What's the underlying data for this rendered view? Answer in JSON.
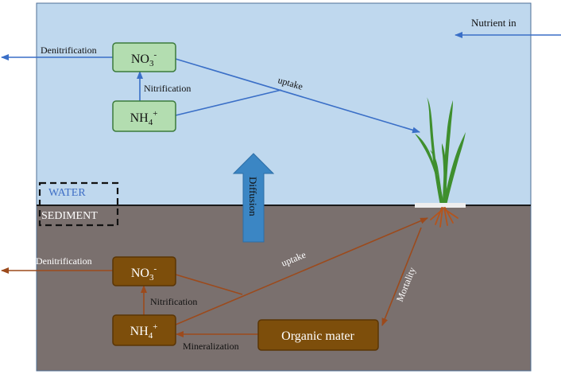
{
  "colors": {
    "water_bg": "#bfd8ee",
    "sediment_bg": "#7a706e",
    "water_arrow": "#3a6fc7",
    "sediment_arrow": "#9c4a1c",
    "water_box_fill": "#b3ddb0",
    "water_box_stroke": "#3b7a3b",
    "sediment_box_fill": "#7d4e0b",
    "sediment_box_stroke": "#5a3505",
    "diffusion_fill": "#3b86c4",
    "water_label": "#3f6fc6",
    "frame": "#4f6f96",
    "plant_leaf": "#3f8f2e",
    "plant_root": "#b5541c"
  },
  "water": {
    "label": "WATER",
    "nutrient_in": "Nutrient in",
    "no3_box": {
      "base": "NO",
      "sub": "3",
      "sup": "-"
    },
    "nh4_box": {
      "base": "NH",
      "sub": "4",
      "sup": "+"
    },
    "denitrification": "Denitrification",
    "nitrification": "Nitrification",
    "uptake": "uptake"
  },
  "diffusion": "Diffusion",
  "sediment": {
    "label": "SEDIMENT",
    "no3_box": {
      "base": "NO",
      "sub": "3",
      "sup": "-"
    },
    "nh4_box": {
      "base": "NH",
      "sub": "4",
      "sup": "+"
    },
    "organic_box": "Organic mater",
    "denitrification": "Denitrification",
    "nitrification": "Nitrification",
    "uptake": "uptake",
    "mortality": "Mortality",
    "mineralization": "Mineralization"
  },
  "icons": [
    "seagrass-plant-icon",
    "diffusion-arrow-icon"
  ]
}
